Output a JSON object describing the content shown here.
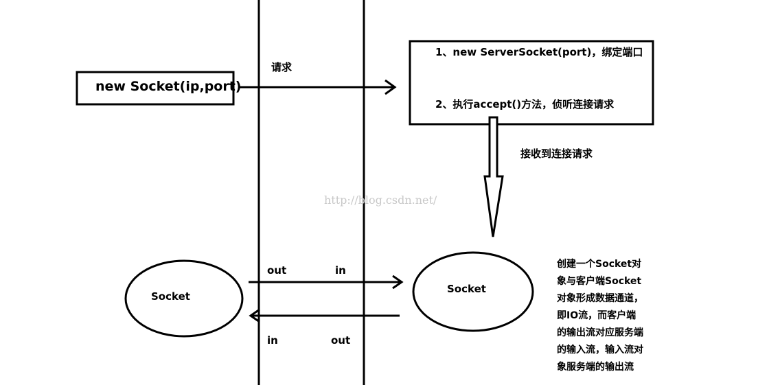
{
  "client": {
    "constructor": "new Socket(ip,port)"
  },
  "request_label": "请求",
  "server_box": {
    "step1": "1、new ServerSocket(port)，绑定端口",
    "step2": "2、执行accept()方法，侦听连接请求"
  },
  "accept_label": "接收到连接请求",
  "watermark": "http://blog.csdn.net/",
  "client_socket": "Socket",
  "server_socket": "Socket",
  "stream_labels": {
    "top_out": "out",
    "top_in": "in",
    "bottom_in": "in",
    "bottom_out": "out"
  },
  "explanation_lines": [
    "创建一个Socket对",
    "象与客户端Socket",
    "对象形成数据通道，",
    "即IO流，而客户端",
    "的输出流对应服务端",
    "的输入流，输入流对",
    "象服务端的输出流"
  ]
}
